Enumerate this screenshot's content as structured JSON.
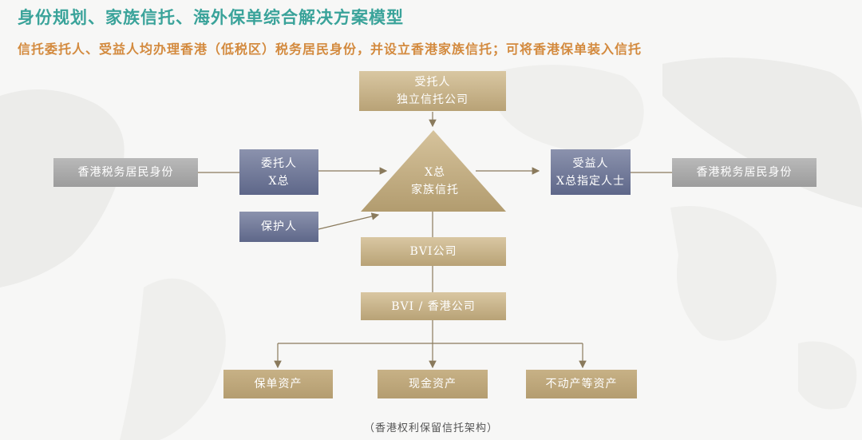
{
  "title": "身份规划、家族信托、海外保单综合解决方案模型",
  "subtitle": "信托委托人、受益人均办理香港（低税区）税务居民身份，并设立香港家族信托；可将香港保单装入信托",
  "trustee": {
    "line1": "受托人",
    "line2": "独立信托公司"
  },
  "settlor": {
    "line1": "委托人",
    "line2": "X总"
  },
  "protector": {
    "label": "保护人"
  },
  "trust": {
    "line1": "X总",
    "line2": "家族信托"
  },
  "beneficiary": {
    "line1": "受益人",
    "line2": "X总指定人士"
  },
  "left_identity": {
    "label": "香港税务居民身份"
  },
  "right_identity": {
    "label": "香港税务居民身份"
  },
  "bvi": {
    "label": "BVI公司"
  },
  "bvi_hk": {
    "label": "BVI / 香港公司"
  },
  "assets": [
    {
      "label": "保单资产"
    },
    {
      "label": "现金资产"
    },
    {
      "label": "不动产等资产"
    }
  ],
  "caption": "（香港权利保留信托架构）",
  "colors": {
    "title": "#3aa39a",
    "subtitle": "#d38a3e",
    "gold": "#c2ad82",
    "navy": "#6b7394",
    "gray": "#a8a8a8"
  }
}
